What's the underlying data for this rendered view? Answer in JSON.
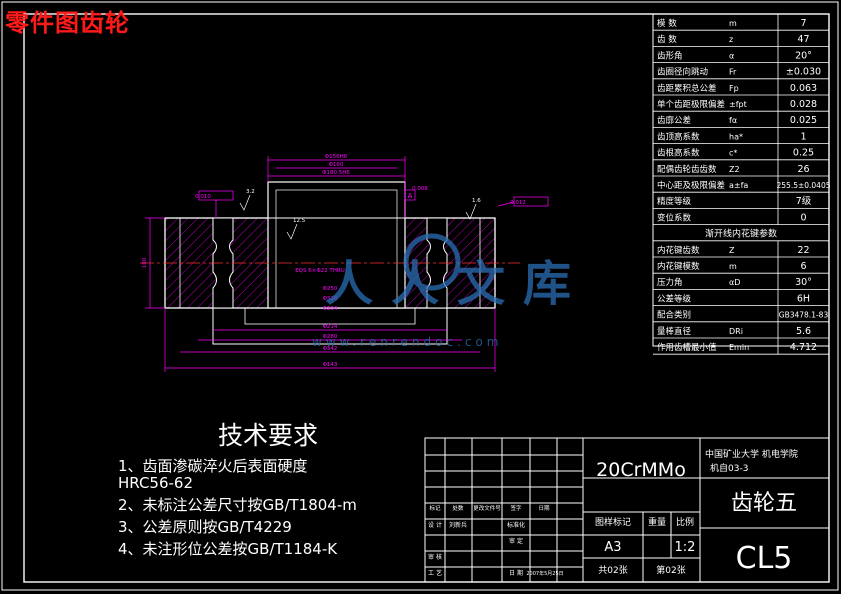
{
  "watermark_title": "零件图齿轮",
  "param_table": [
    {
      "label": "模    数",
      "sym": "m",
      "value": "7"
    },
    {
      "label": "齿    数",
      "sym": "z",
      "value": "47"
    },
    {
      "label": "齿形角",
      "sym": "α",
      "value": "20°"
    },
    {
      "label": "齿圈径向跳动",
      "sym": "Fr",
      "value": "±0.030"
    },
    {
      "label": "齿距累积总公差",
      "sym": "Fp",
      "value": "0.063"
    },
    {
      "label": "单个齿距极限偏差",
      "sym": "±fpt",
      "value": "0.028"
    },
    {
      "label": "齿廓公差",
      "sym": "fα",
      "value": "0.025"
    },
    {
      "label": "齿顶高系数",
      "sym": "ha*",
      "value": "1"
    },
    {
      "label": "齿根高系数",
      "sym": "c*",
      "value": "0.25"
    },
    {
      "label": "配偶齿轮齿齿数",
      "sym": "Z2",
      "value": "26"
    },
    {
      "label": "中心距及极限偏差",
      "sym": "a±fa",
      "value": "255.5±0.0405"
    },
    {
      "label": "精度等级",
      "sym": "",
      "value": "7级"
    },
    {
      "label": "变位系数",
      "sym": "",
      "value": "0"
    }
  ],
  "spline_header": "渐开线内花键参数",
  "spline_table": [
    {
      "label": "内花键齿数",
      "sym": "Z",
      "value": "22"
    },
    {
      "label": "内花键模数",
      "sym": "m",
      "value": "6"
    },
    {
      "label": "压力角",
      "sym": "αD",
      "value": "30°"
    },
    {
      "label": "公差等级",
      "sym": "",
      "value": "6H"
    },
    {
      "label": "配合类别",
      "sym": "",
      "value": "GB3478.1-83"
    },
    {
      "label": "量棒直径",
      "sym": "DRi",
      "value": "5.6"
    },
    {
      "label": "作用齿槽最小值",
      "sym": "Emin",
      "value": "4.712"
    }
  ],
  "drawing": {
    "dims": [
      "Φ156H6",
      "Φ160",
      "Φ180.5H6",
      "Φ214",
      "Φ280",
      "Φ342",
      "Φ143",
      "Φ204",
      "Φ250",
      "Φ326",
      "100",
      "0.010",
      "0.012",
      "0.008",
      "EQS 6×Φ22 THRU"
    ],
    "roughness": [
      "1.6",
      "3.2",
      "12.5"
    ],
    "datum": "A"
  },
  "watermark_logo": "人人文库",
  "watermark_url": "www.renrendoc.com",
  "tech": {
    "title": "技术要求",
    "items": [
      "1、齿面渗碳淬火后表面硬度",
      "HRC56-62",
      "2、未标注公差尺寸按GB/T1804-m",
      "3、公差原则按GB/T4229",
      "4、未注形位公差按GB/T1184-K"
    ]
  },
  "title_block": {
    "material": "20CrMMo",
    "school": "中国矿业大学 机电学院",
    "class": "机自03-3",
    "part_name": "齿轮五",
    "drawing_no": "CL5",
    "row_labels": [
      "标记",
      "处数",
      "更改文件号",
      "签字",
      "日期"
    ],
    "designer_label": "设 计",
    "designer": "刘新兵",
    "std_label": "标准化",
    "review_label": "审 核",
    "approve_label": "审 定",
    "process_label": "工 艺",
    "date_label": "日 期",
    "date": "2007年5月25日",
    "mark_label": "图样标记",
    "weight_label": "重量",
    "scale_label": "比例",
    "sheet_size": "A3",
    "scale": "1:2",
    "total_sheets": "共02张",
    "sheet_no": "第02张"
  },
  "colors": {
    "line": "#ffffff",
    "hatch": "#ff00ff",
    "dim": "#ff00ff",
    "center": "#ff3030",
    "table_text": "#ffffff",
    "watermark": "#ff1a1a",
    "logo": "#2a6fb5"
  }
}
